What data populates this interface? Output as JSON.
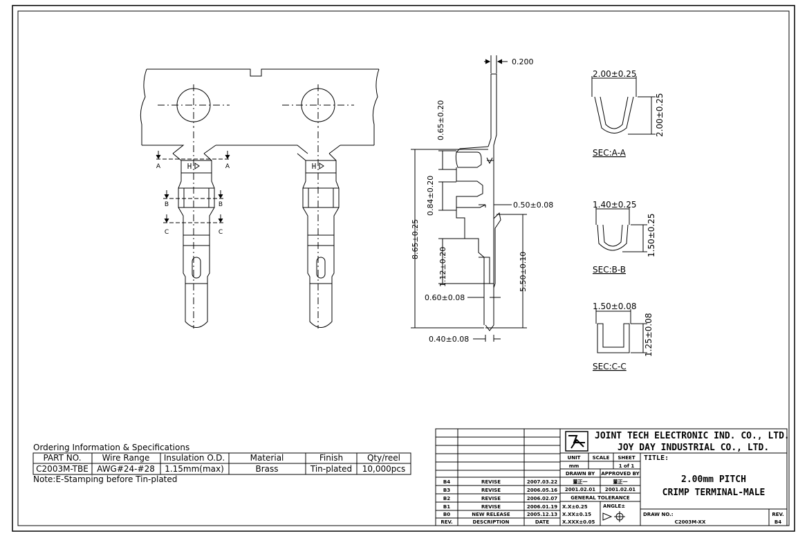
{
  "dimensions": {
    "d_0_200": "0.200",
    "d_0_65": "0.65±0.20",
    "d_0_84": "0.84±0.20",
    "d_8_65": "8.65±0.25",
    "d_1_12": "1.12±0.20",
    "d_0_50": "0.50±0.08",
    "d_5_50": "5.50±0.10",
    "d_0_60": "0.60±0.08",
    "d_0_40": "0.40±0.08"
  },
  "section_marks": {
    "a": "A",
    "b": "B",
    "c": "C"
  },
  "sections": [
    {
      "label": "SEC:A-A",
      "width": "2.00±0.25",
      "height": "2.00±0.25"
    },
    {
      "label": "SEC:B-B",
      "width": "1.40±0.25",
      "height": "1.50±0.25"
    },
    {
      "label": "SEC:C-C",
      "width": "1.50±0.08",
      "height": "1.25±0.08"
    }
  ],
  "spec": {
    "title": "Ordering Information & Specifications",
    "headers": [
      "PART NO.",
      "Wire Range",
      "Insulation O.D.",
      "Material",
      "Finish",
      "Qty/reel"
    ],
    "row": [
      "C2003M-TBE",
      "AWG#24-#28",
      "1.15mm(max)",
      "Brass",
      "Tin-plated",
      "10,000pcs"
    ],
    "note": "Note:E-Stamping before Tin-plated"
  },
  "title_block": {
    "company1": "JOINT TECH ELECTRONIC IND. CO., LTD.",
    "company2": "JOY DAY INDUSTRIAL CO., LTD.",
    "unit_label": "UNIT",
    "unit_value": "mm",
    "scale_label": "SCALE",
    "sheet_label": "SHEET",
    "sheet_value": "1 of 1",
    "drawn_by": "DRAWN BY",
    "approved_by": "APPROVED BY",
    "drawn_name": "董正一",
    "approved_name": "董正一",
    "drawn_date": "2001.02.01",
    "approved_date": "2001.02.01",
    "general_tolerance": "GENERAL TOLERANCE",
    "tol1": "X.X±0.25",
    "tol2": "X.XX±0.15",
    "tol3": "X.XXX±0.05",
    "angle": "ANGLE±",
    "title_label": "TITLE:",
    "title1": "2.00mm PITCH",
    "title2": "CRIMP TERMINAL-MALE",
    "drawno_label": "DRAW NO.:",
    "drawno": "C2003M-XX",
    "rev_label": "REV.",
    "rev_value": "B4",
    "revisions": [
      {
        "rev": "B4",
        "desc": "REVISE",
        "date": "2007.03.22"
      },
      {
        "rev": "B3",
        "desc": "REVISE",
        "date": "2006.05.16"
      },
      {
        "rev": "B2",
        "desc": "REVISE",
        "date": "2006.02.07"
      },
      {
        "rev": "B1",
        "desc": "REVISE",
        "date": "2006.01.19"
      },
      {
        "rev": "B0",
        "desc": "NEW RELEASE",
        "date": "2005.12.13"
      }
    ],
    "footer_rev": "REV.",
    "footer_desc": "DESCRIPTION",
    "footer_date": "DATE"
  }
}
